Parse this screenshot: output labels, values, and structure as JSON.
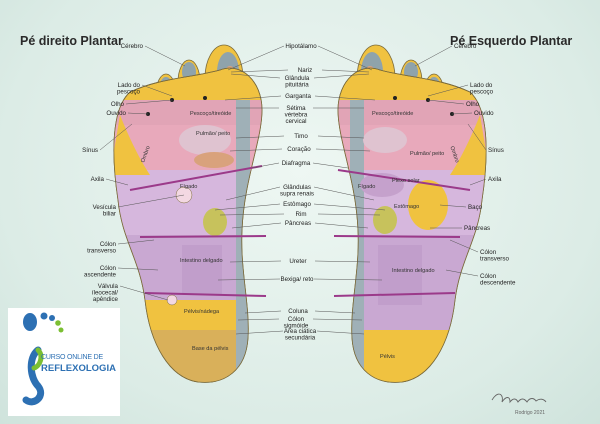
{
  "titles": {
    "right_foot": "Pé direito Plantar",
    "left_foot": "Pé Esquerdo Plantar"
  },
  "center_labels": [
    "Hipotálamo",
    "Nariz",
    "Glândula pituitária",
    "Garganta",
    "Sétima vértebra cervical",
    "Timo",
    "Coração",
    "Diafragma",
    "Glândulas supra renais",
    "Estômago",
    "Rim",
    "Pâncreas",
    "Ureter",
    "Bexiga/ reto",
    "Coluna",
    "Cólon sigmóide",
    "Área ciática secundária"
  ],
  "right_foot_side_labels": [
    "Cérebro",
    "Lado do pescoço",
    "Olho",
    "Ouvido",
    "Sínus",
    "Axila",
    "Vesícula biliar",
    "Cólon transverso",
    "Cólon ascendente",
    "Válvula íleocecal/ apêndice"
  ],
  "left_foot_side_labels": [
    "Cérebro",
    "Lado do pescoço",
    "Olho",
    "Ouvido",
    "Sínus",
    "Axila",
    "Baço",
    "Pâncreas",
    "Cólon transverso",
    "Cólon descendente"
  ],
  "right_foot_zones": [
    "Pescoço/tireóide",
    "Ombro",
    "Pulmão/ peito",
    "Fígado",
    "Intestino delgado",
    "Pélvis/nádega",
    "Base da pélvis"
  ],
  "left_foot_zones": [
    "Pescoço/tireóide",
    "Ombro",
    "Pulmão/ peito",
    "Plexo solar",
    "Fígado",
    "Estômago",
    "Intestino delgado",
    "Pélvis"
  ],
  "logo": {
    "line1": "CURSO ONLINE DE",
    "line2": "REFLEXOLOGIA"
  },
  "signature": "Rodrigo 2021",
  "colors": {
    "background": "#e4f1ec",
    "brain_toe": "#8fa3ab",
    "neck": "#e1a4b6",
    "shoulder": "#f0c240",
    "lung": "#e8a9bb",
    "heart": "#d9a27c",
    "stomach": "#c7c25c",
    "intestine": "#d6b7dd",
    "pelvis": "#f0c240",
    "heel": "#d9b05a",
    "spine": "#9fb0b7",
    "diaphragm_line": "#9b3a8a",
    "logo_blue": "#2d70b3",
    "logo_green": "#7bbf33"
  }
}
